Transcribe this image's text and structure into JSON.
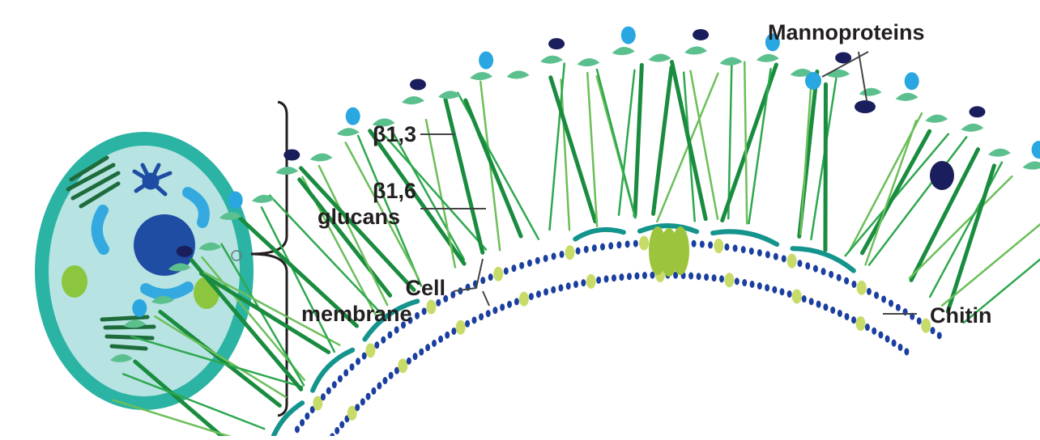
{
  "labels": {
    "mannoproteins": "Mannoproteins",
    "beta13": "β1,3",
    "beta16": "β1,6",
    "glucans": "glucans",
    "cell": "Cell",
    "membrane": "membrane",
    "chitin": "Chitin"
  },
  "colors": {
    "cell_outer": "#2bb3a3",
    "cell_inner": "#b7e3e2",
    "nucleus": "#1f4da3",
    "organelle_blue": "#33a9df",
    "organelle_green": "#8cc63f",
    "er_dark_green": "#1e6b3c",
    "glucan_dark": "#1a8c3f",
    "glucan_light": "#6bbf59",
    "glucan_mid": "#2ea84f",
    "mannoprotein_leaf": "#5cc08e",
    "mannoprotein_cyan": "#2aa7e0",
    "mannoprotein_navy": "#1b1e5c",
    "chitin": "#13948c",
    "lipid_head": "#1b3fa0",
    "membrane_protein": "#9cc43c",
    "membrane_protein_light": "#c7dc68",
    "text": "#231f20",
    "leader": "#444444"
  },
  "icons": [
    "yeast-cell-icon",
    "bracket-icon"
  ]
}
